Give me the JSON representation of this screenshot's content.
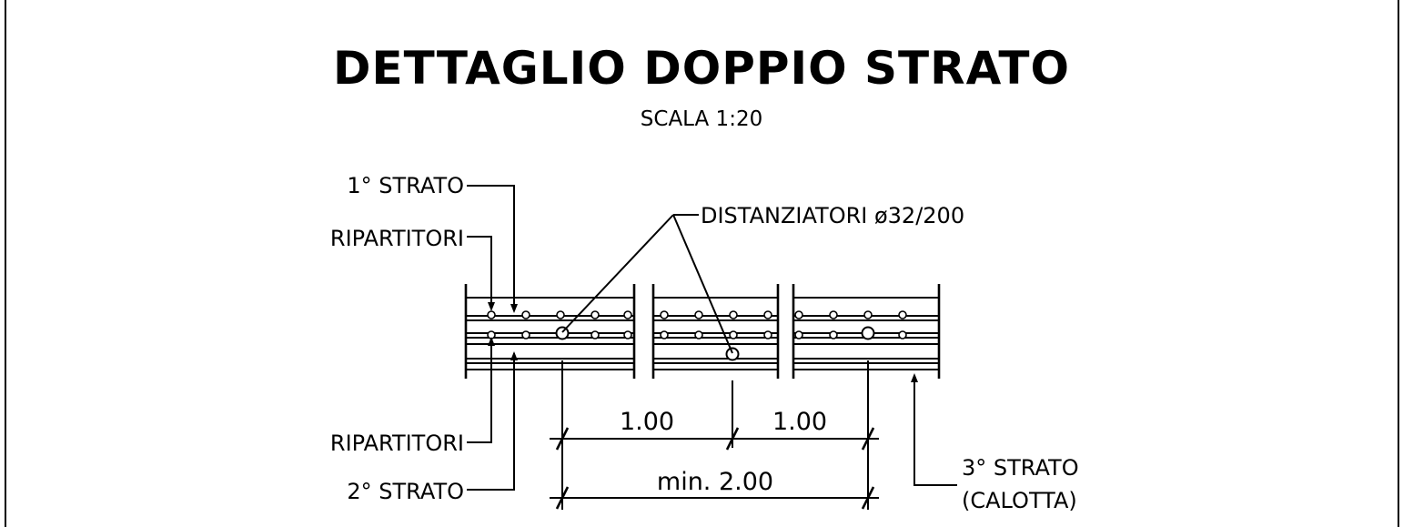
{
  "title": "DETTAGLIO DOPPIO STRATO",
  "subtitle": "SCALA 1:20",
  "labels": {
    "layer1": "1° STRATO",
    "distributors_top": "RIPARTITORI",
    "spacers": "DISTANZIATORI ø32/200",
    "distributors_bottom": "RIPARTITORI",
    "layer2": "2° STRATO",
    "layer3_line1": "3° STRATO",
    "layer3_line2": "(CALOTTA)"
  },
  "dimensions": {
    "span_left": "1.00",
    "span_right": "1.00",
    "span_total": "min. 2.00"
  },
  "colors": {
    "ink": "#000000",
    "paper": "#ffffff"
  }
}
